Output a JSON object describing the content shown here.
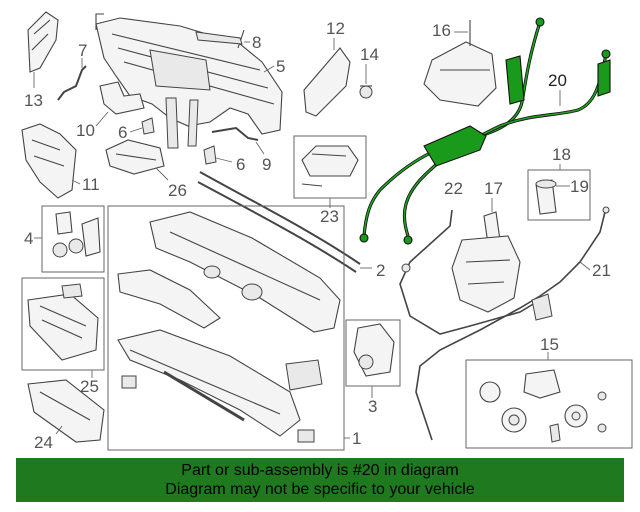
{
  "callouts": {
    "c1": "1",
    "c2": "2",
    "c3": "3",
    "c4": "4",
    "c5": "5",
    "c6a": "6",
    "c6b": "6",
    "c7": "7",
    "c8": "8",
    "c9": "9",
    "c10": "10",
    "c11": "11",
    "c12": "12",
    "c13": "13",
    "c14": "14",
    "c15": "15",
    "c16": "16",
    "c17": "17",
    "c18": "18",
    "c19": "19",
    "c20": "20",
    "c21": "21",
    "c22": "22",
    "c23": "23",
    "c24": "24",
    "c25": "25",
    "c26": "26"
  },
  "highlighted_part": "20",
  "colors": {
    "highlight": "#1a9a1a",
    "banner": "#1f7a1f"
  },
  "banner": {
    "line1": "Part or sub-assembly is #20 in diagram",
    "line2": "Diagram may not be specific to your vehicle"
  }
}
